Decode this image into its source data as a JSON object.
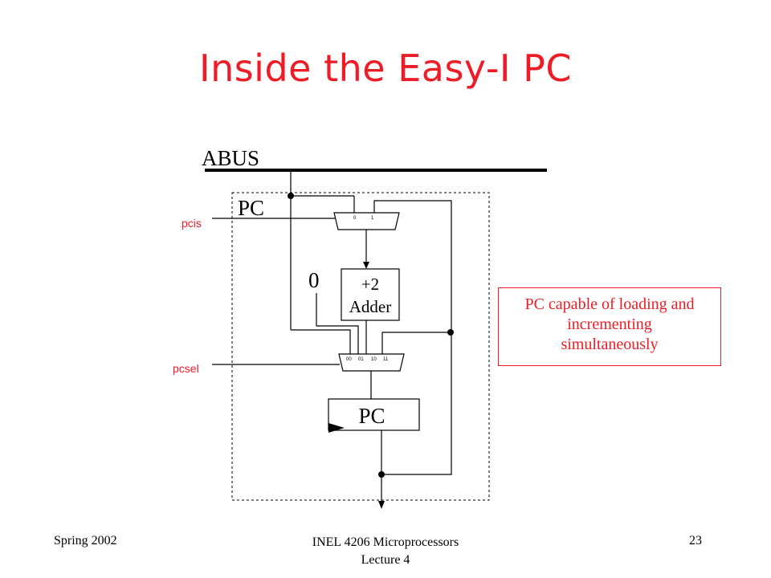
{
  "title": "Inside the Easy-I PC",
  "diagram": {
    "bus_label": "ABUS",
    "block_label": "PC",
    "signals": {
      "pcis": "pcis",
      "pcsel": "pcsel"
    },
    "mux_top_inputs": [
      "0",
      "1"
    ],
    "constant": "0",
    "adder": {
      "line1": "+2",
      "line2": "Adder"
    },
    "mux_bottom_inputs": [
      "00",
      "01",
      "10",
      "11"
    ],
    "register_label": "PC",
    "colors": {
      "signal_text": "#ee1c25",
      "title": "#ee1c25",
      "lines": "#000000"
    }
  },
  "callout": {
    "lines": [
      "PC capable of loading and",
      "incrementing",
      "simultaneously"
    ]
  },
  "footer": {
    "left": "Spring 2002",
    "center_line1": "INEL 4206 Microprocessors",
    "center_line2": "Lecture 4",
    "page_number": "23"
  }
}
